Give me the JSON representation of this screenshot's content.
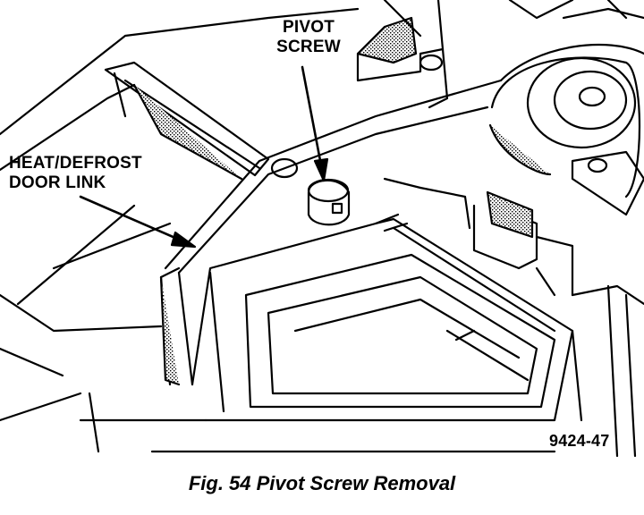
{
  "figure": {
    "labels": {
      "pivot_screw_line1": "PIVOT",
      "pivot_screw_line2": "SCREW",
      "door_link_line1": "HEAT/DEFROST",
      "door_link_line2": "DOOR LINK"
    },
    "part_number": "9424-47"
  },
  "caption": "Fig. 54 Pivot Screw Removal"
}
